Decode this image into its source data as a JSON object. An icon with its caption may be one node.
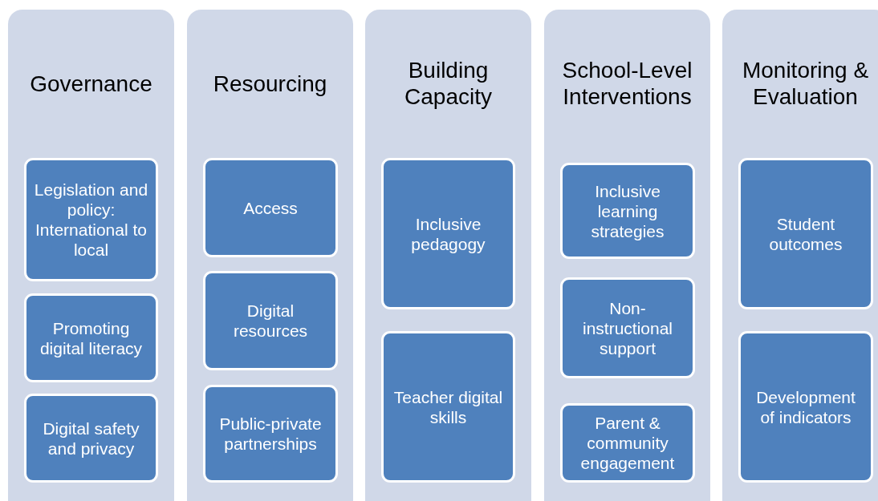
{
  "diagram": {
    "nodes": [
      {
        "text": [
          "Governance"
        ]
      },
      {
        "text": [
          "Legislation and policy: International to local"
        ],
        "in": 0
      },
      {
        "text": [
          "Promoting digital literacy"
        ],
        "in": 0
      },
      {
        "text": [
          "Digital safety and privacy"
        ],
        "in": 0
      },
      {
        "text": [
          "Resourcing"
        ]
      },
      {
        "text": [
          "Access"
        ],
        "in": 4
      },
      {
        "text": [
          "Digital resources"
        ],
        "in": 4
      },
      {
        "text": [
          "Public-private partnerships"
        ],
        "in": 4
      },
      {
        "text": [
          "Building Capacity"
        ]
      },
      {
        "text": [
          "Inclusive pedagogy"
        ],
        "in": 8
      },
      {
        "text": [
          "Teacher digital skills"
        ],
        "in": 8
      },
      {
        "text": [
          "School-Level Interventions"
        ]
      },
      {
        "text": [
          "Inclusive learning strategies"
        ],
        "in": 11
      },
      {
        "text": [
          "Non-instructional support"
        ],
        "in": 11
      },
      {
        "text": [
          "Parent & community engagement"
        ],
        "in": 11
      },
      {
        "text": [
          "Monitoring & Evaluation"
        ]
      },
      {
        "text": [
          "Student outcomes"
        ],
        "in": 15
      },
      {
        "text": [
          "Development of indicators"
        ],
        "in": 15
      }
    ],
    "edges": []
  }
}
